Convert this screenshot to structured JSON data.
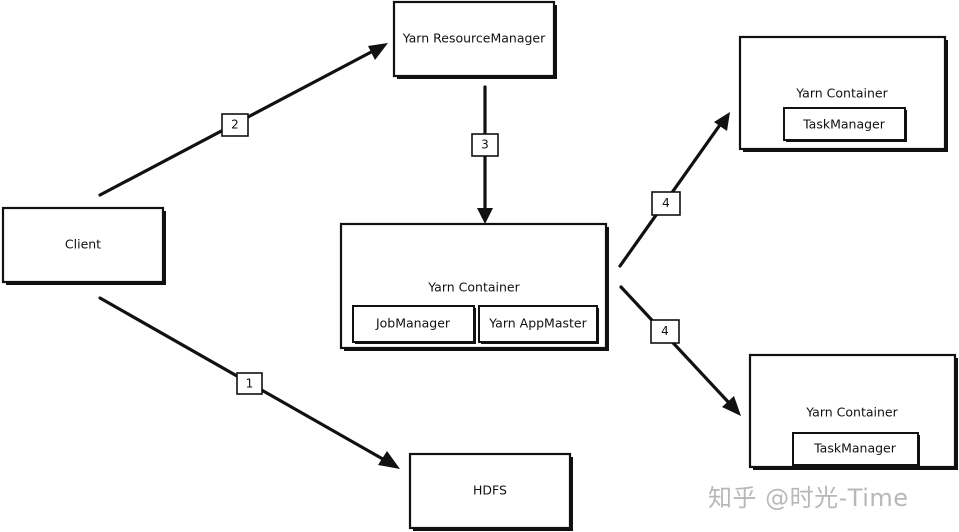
{
  "nodes": {
    "client": "Client",
    "resource_manager": "Yarn ResourceManager",
    "hdfs": "HDFS",
    "am_container": {
      "title": "Yarn Container",
      "job_manager": "JobManager",
      "app_master": "Yarn AppMaster"
    },
    "tm_container_top": {
      "title": "Yarn Container",
      "task_manager": "TaskManager"
    },
    "tm_container_bottom": {
      "title": "Yarn Container",
      "task_manager": "TaskManager"
    }
  },
  "edges": [
    {
      "from": "client",
      "to": "hdfs",
      "label": "1"
    },
    {
      "from": "client",
      "to": "resource_manager",
      "label": "2"
    },
    {
      "from": "resource_manager",
      "to": "am_container",
      "label": "3"
    },
    {
      "from": "am_container",
      "to": "tm_container_top",
      "label": "4"
    },
    {
      "from": "am_container",
      "to": "tm_container_bottom",
      "label": "4"
    }
  ],
  "watermark": "知乎 @时光-Time"
}
